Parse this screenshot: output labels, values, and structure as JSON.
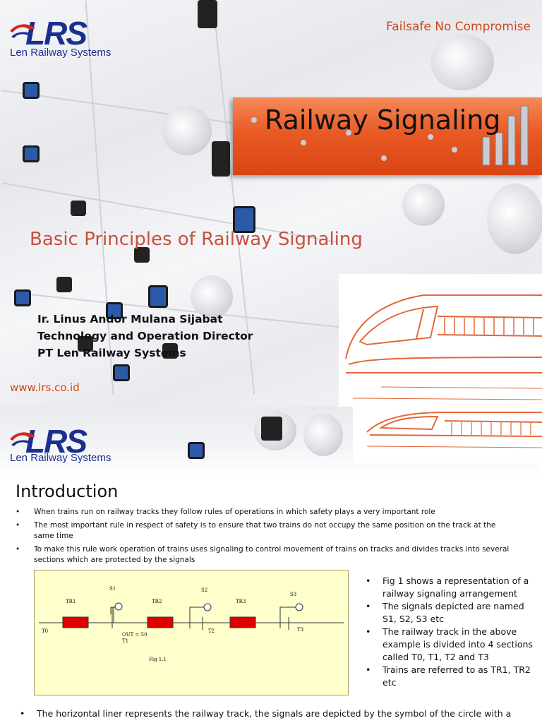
{
  "slide1": {
    "logo": {
      "mark": "LRS",
      "name": "Len Railway Systems"
    },
    "tagline": "Failsafe No Compromise",
    "title": "Railway Signaling",
    "subtitle": "Basic Principles of Railway Signaling",
    "author": {
      "name": "Ir. Linus Andor Mulana Sijabat",
      "role": "Technology and Operation Director",
      "company": "PT Len Railway Systems"
    },
    "website": "www.lrs.co.id",
    "colors": {
      "accent": "#e95a24",
      "brand": "#1c2f8f",
      "subtitle": "#c9503f"
    }
  },
  "slide2": {
    "logo": {
      "mark": "LRS",
      "name": "Len Railway Systems"
    },
    "heading": "Introduction",
    "bullets": [
      "When trains run on railway tracks they follow rules of operations in which safety plays a very important role",
      "The most important rule in respect of safety is to ensure that two trains do not occupy the same position on the track at the same time",
      "To make this rule work operation of trains uses signaling to control movement of trains on tracks and divides tracks into several sections which are protected by the signals"
    ],
    "figure": {
      "caption": "Fig 1.1",
      "signals": [
        "S1",
        "S2",
        "S3"
      ],
      "trains": [
        "TR1",
        "TR2",
        "TR3"
      ],
      "sections": [
        "T0",
        "T1",
        "T2",
        "T3"
      ],
      "annotation": "OUT = 50"
    },
    "right_bullets": [
      "Fig 1 shows a representation of a railway signaling arrangement",
      "The signals depicted are named S1, S2, S3 etc",
      "The railway track in the above example is divided into 4 sections called T0, T1, T2 and T3",
      "Trains are referred to as TR1, TR2 etc"
    ],
    "bottom_text": "The horizontal liner represents the railway track, the signals are depicted by the symbol of the circle with a"
  }
}
